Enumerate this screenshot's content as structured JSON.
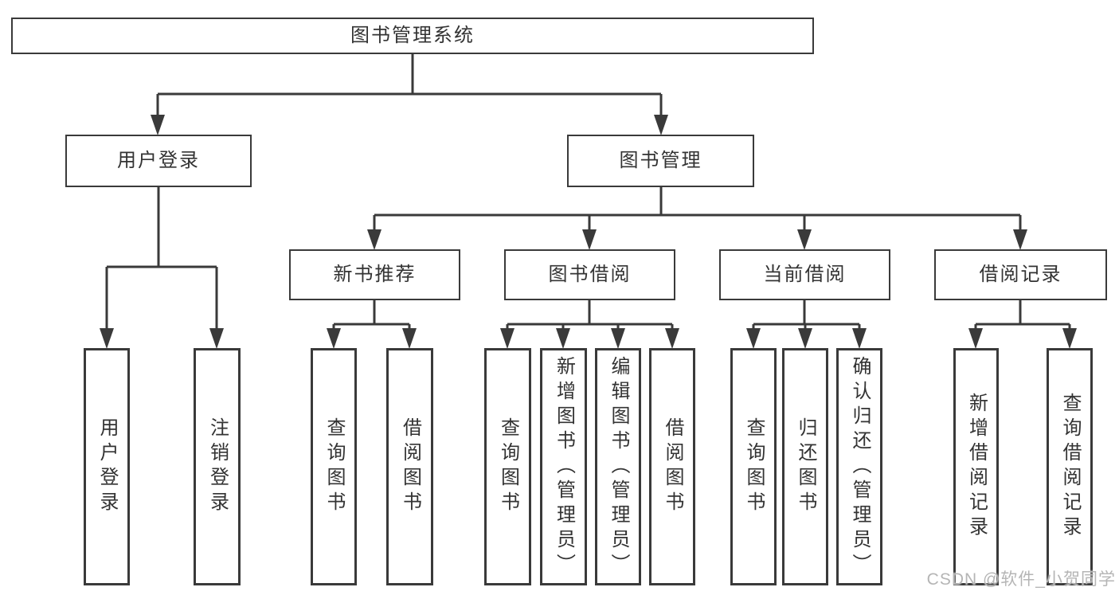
{
  "colors": {
    "line": "#3a3a3a",
    "text": "#333333",
    "box_background": "#ffffff",
    "watermark": "#b5b5b5"
  },
  "nodes": {
    "root": {
      "label": "图书管理系统"
    },
    "level2": [
      {
        "label": "用户登录"
      },
      {
        "label": "图书管理"
      }
    ],
    "level3": [
      {
        "label": "新书推荐"
      },
      {
        "label": "图书借阅"
      },
      {
        "label": "当前借阅"
      },
      {
        "label": "借阅记录"
      }
    ],
    "leaves": {
      "login": [
        "用户登录",
        "注销登录"
      ],
      "recommend": [
        "查询图书",
        "借阅图书"
      ],
      "borrow": [
        "查询图书",
        "新增图书（管理员）",
        "编辑图书（管理员）",
        "借阅图书"
      ],
      "current": [
        "查询图书",
        "归还图书",
        "确认归还（管理员）"
      ],
      "records": [
        "新增借阅记录",
        "查询借阅记录"
      ]
    }
  },
  "watermark": "CSDN @软件_小贺同学"
}
